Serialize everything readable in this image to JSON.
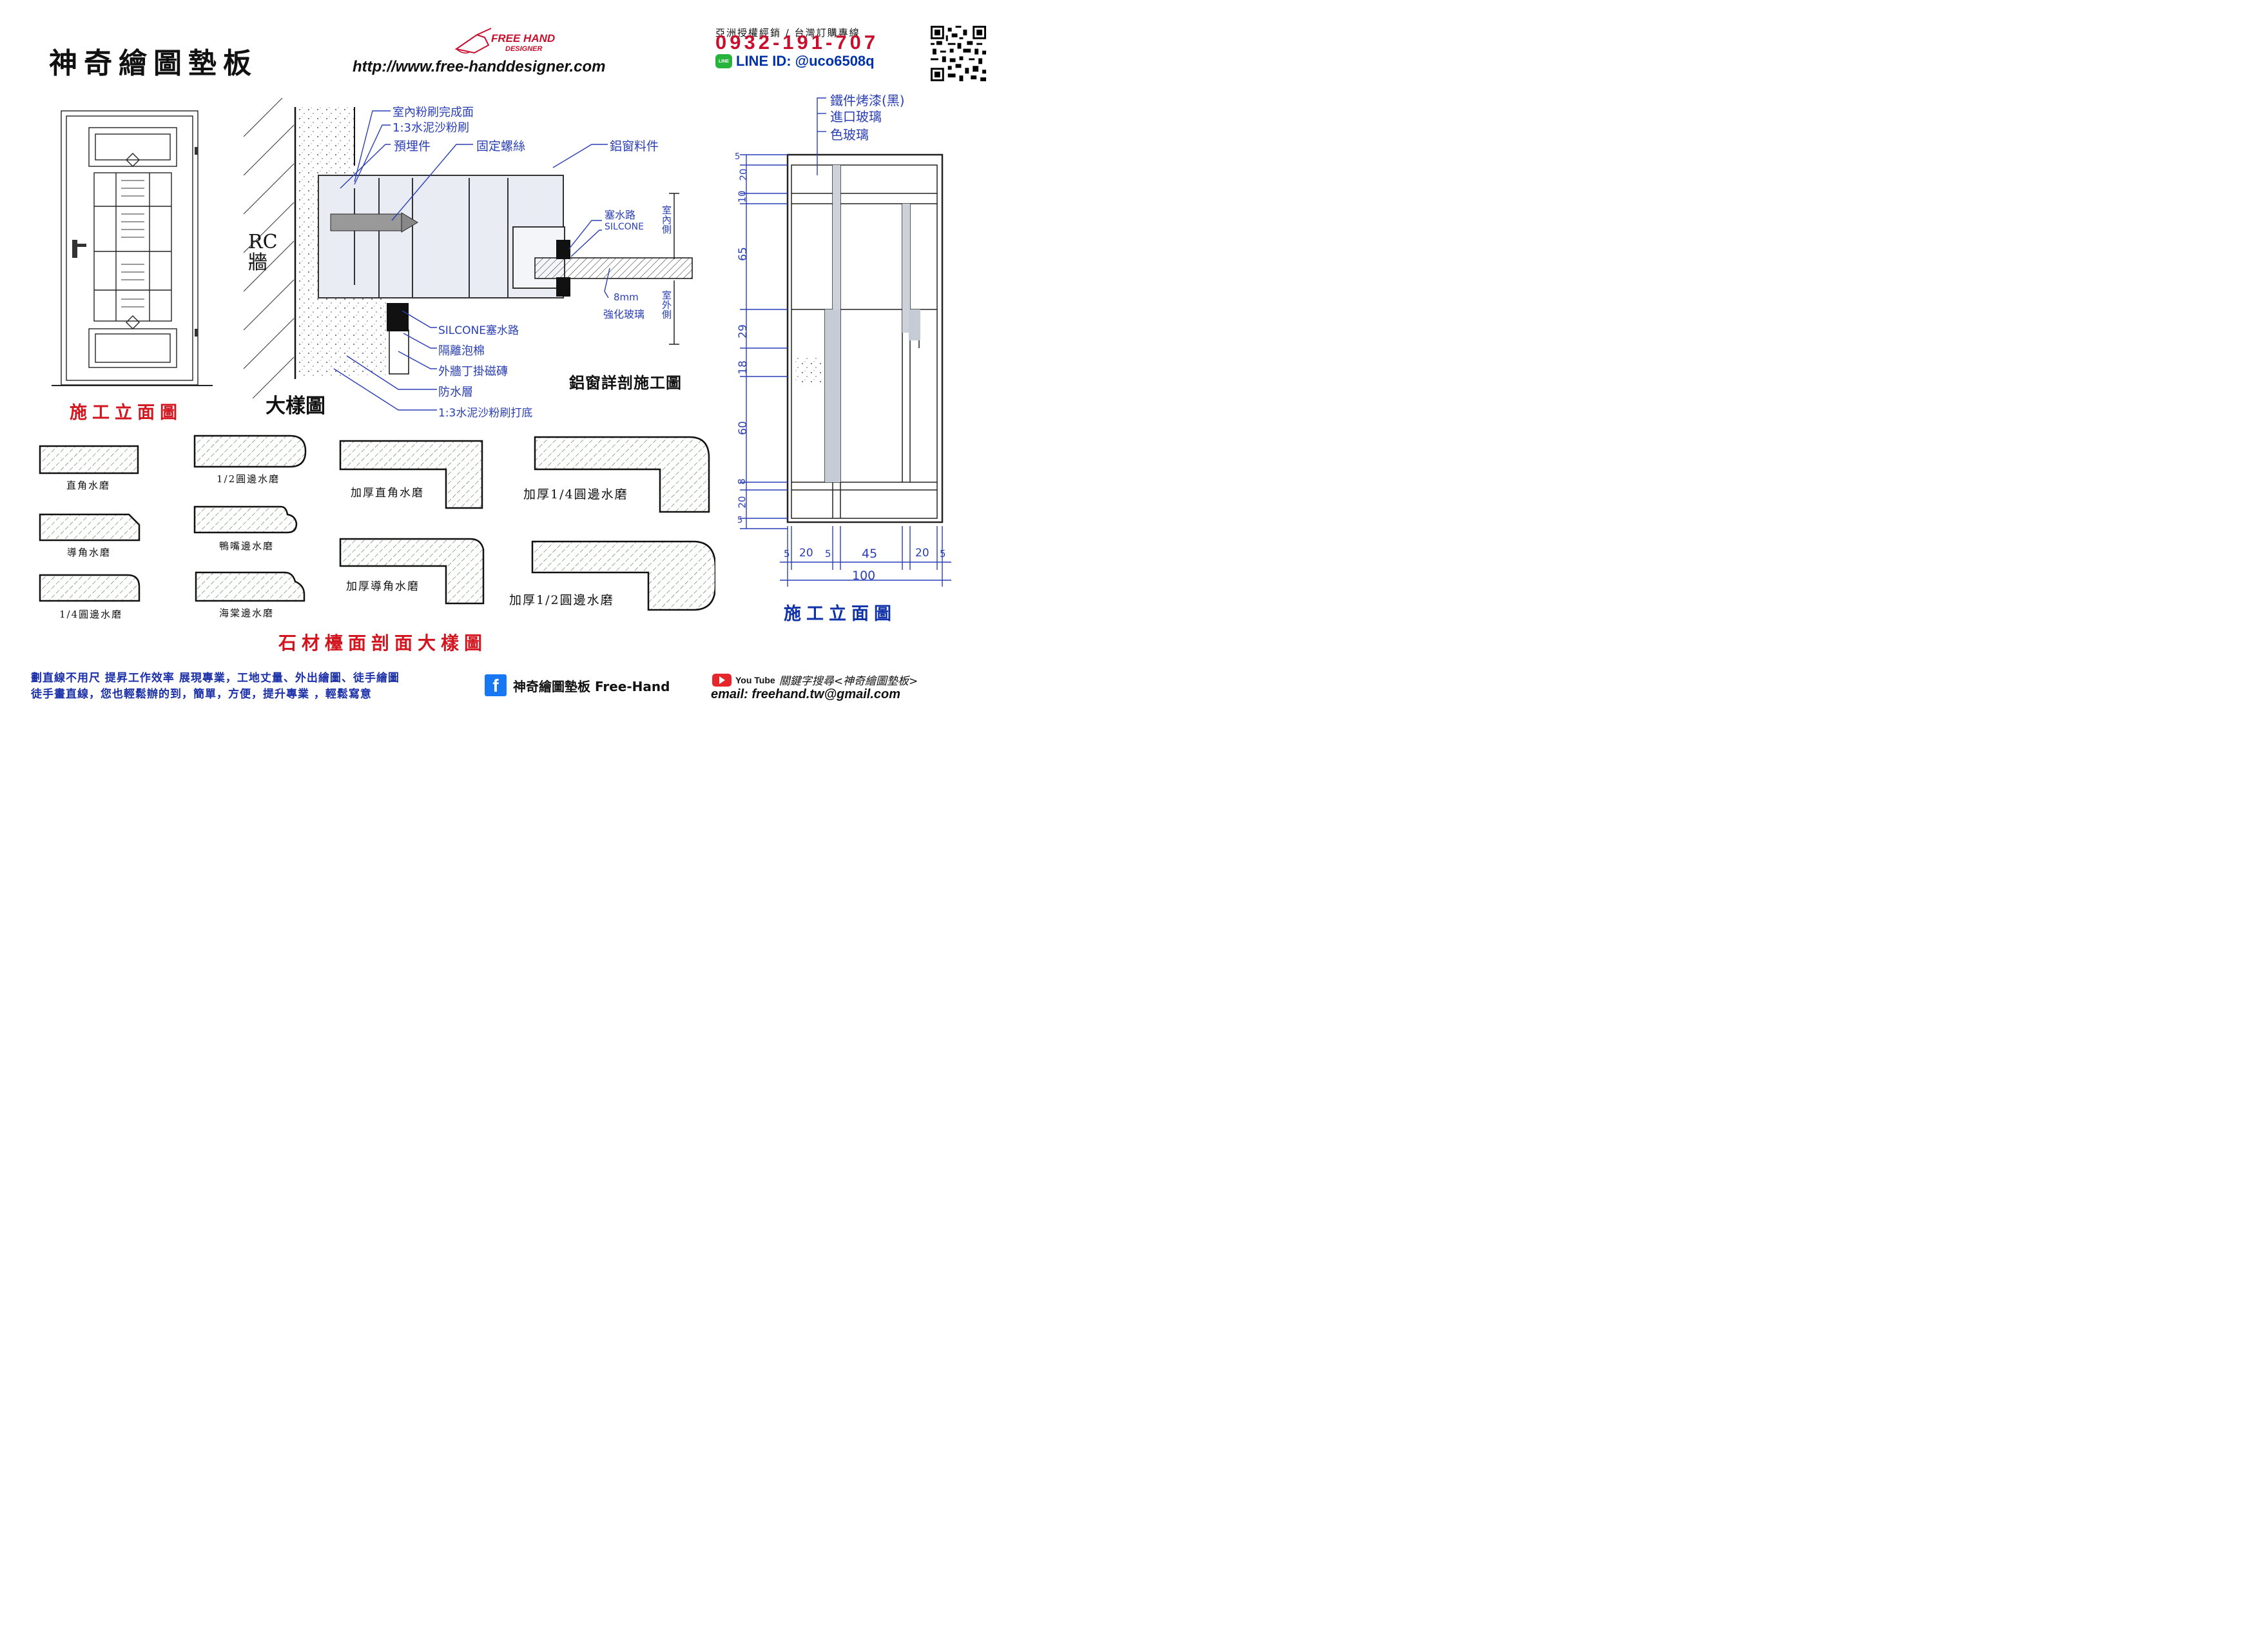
{
  "header": {
    "title": "神奇繪圖墊板",
    "brand_line1": "FREE HAND",
    "brand_line2": "DESIGNER",
    "url": "http://www.free-handdesigner.com",
    "contact_heading": "亞洲授權經銷 / 台灣訂購專線",
    "phone": "0932-191-707",
    "line_badge": "LINE",
    "line_id": "LINE ID: @uco6508q"
  },
  "door_elevation": {
    "caption": "施工立面圖"
  },
  "window_detail": {
    "rc_wall": "RC",
    "rc_wall_char": "牆",
    "caption_big": "大樣圖",
    "caption_title": "鋁窗詳剖施工圖",
    "callouts": [
      "室內粉刷完成面",
      "1:3水泥沙粉刷",
      "預埋件",
      "固定螺絲",
      "鋁窗料件",
      "塞水路",
      "SILCONE",
      "室內側",
      "8mm",
      "強化玻璃",
      "室外側",
      "SILCONE塞水路",
      "隔離泡棉",
      "外牆丁掛磁磚",
      "防水層",
      "1:3水泥沙粉刷打底"
    ]
  },
  "stone_profiles": {
    "caption": "石材檯面剖面大樣圖",
    "labels": [
      "直角水磨",
      "1/2圓邊水磨",
      "加厚直角水磨",
      "加厚1/4圓邊水磨",
      "導角水磨",
      "鴨嘴邊水磨",
      "加厚導角水磨",
      "加厚1/2圓邊水磨",
      "1/4圓邊水磨",
      "海棠邊水磨"
    ]
  },
  "window_elevation": {
    "caption": "施工立面圖",
    "notes": [
      "鐵件烤漆(黑)",
      "進口玻璃",
      "色玻璃"
    ],
    "vertical_dims": [
      "5",
      "20",
      "10",
      "65",
      "29",
      "18",
      "60",
      "8",
      "20",
      "5"
    ],
    "horizontal_dims": [
      "5",
      "20",
      "5",
      "45",
      "20",
      "5"
    ],
    "total_width": "100"
  },
  "footer": {
    "line1": "劃直線不用尺  提昇工作效率  展現專業，工地丈量、外出繪圖、徒手繪圖",
    "line2": "徒手畫直線，您也輕鬆辦的到，簡單，方便，提升專業 ，輕鬆寫意",
    "facebook_icon": "f",
    "facebook_label": "神奇繪圖墊板 Free-Hand",
    "youtube_brand": "You Tube",
    "youtube_text": "關鍵字搜尋<神奇繪圖墊板>",
    "email": "email: freehand.tw@gmail.com"
  },
  "colors": {
    "brand_red": "#c8102e",
    "caption_red": "#d2151e",
    "caption_blue": "#1032a8",
    "dimension_blue": "#2a3fb5"
  }
}
